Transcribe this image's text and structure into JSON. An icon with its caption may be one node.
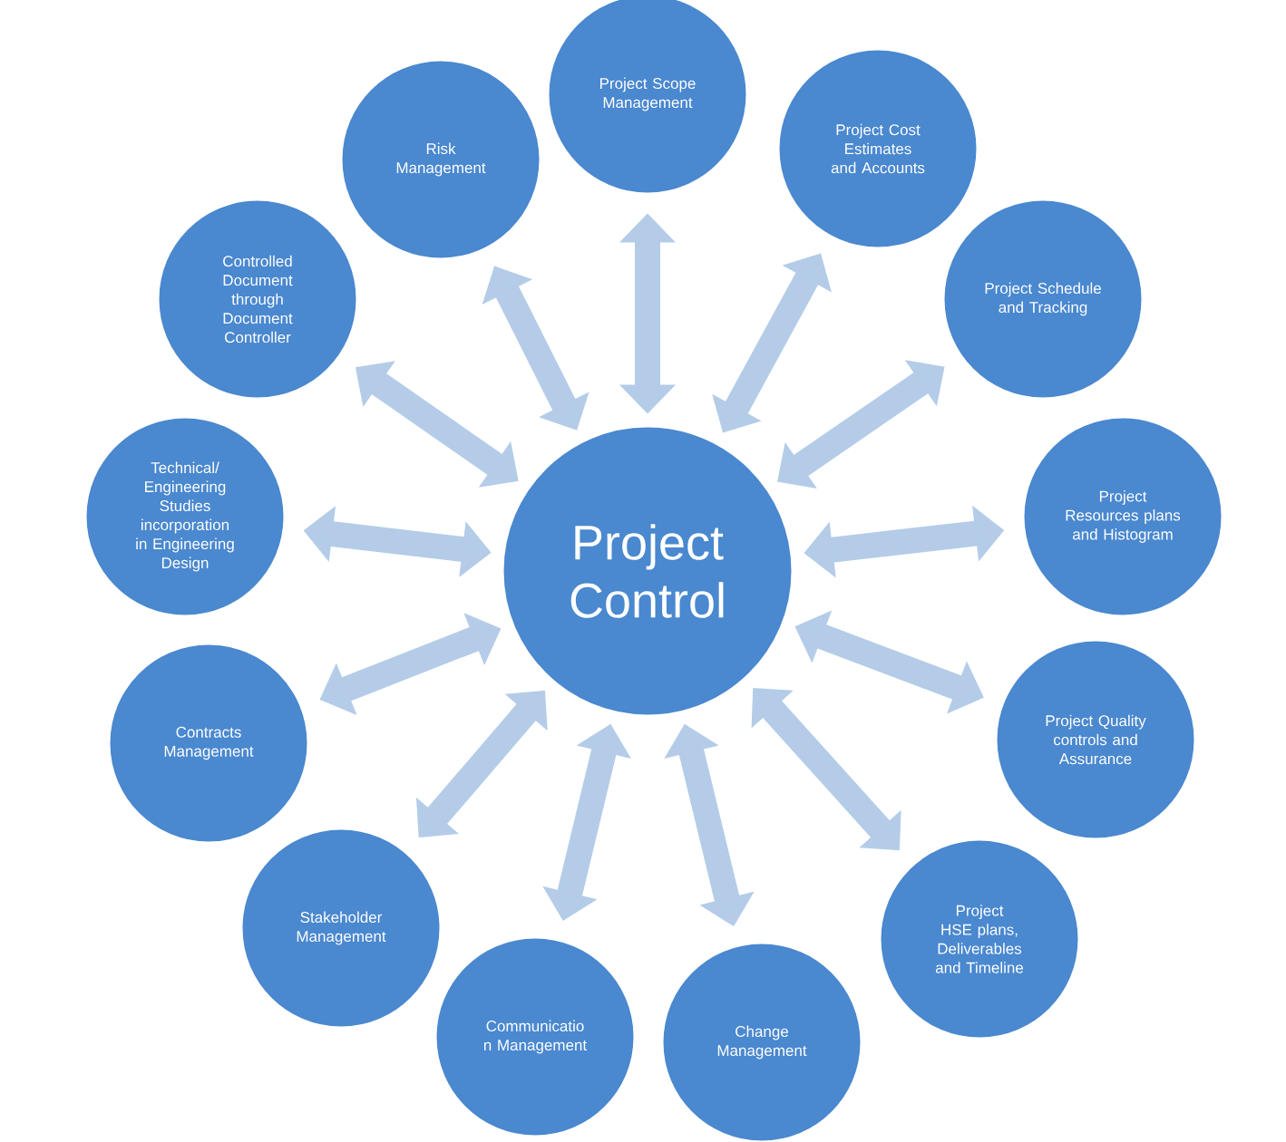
{
  "diagram": {
    "nodes": [
      {
        "text": [
          "Project Control"
        ]
      },
      {
        "text": [
          "Project Scope Management"
        ]
      },
      {
        "text": [
          "Project Cost Estimates and Accounts"
        ]
      },
      {
        "text": [
          "Project Schedule and Tracking"
        ]
      },
      {
        "text": [
          "Project Resources plans and Histogram"
        ]
      },
      {
        "text": [
          "Project Quality controls and Assurance"
        ]
      },
      {
        "text": [
          "Project HSE plans, Deliverables and Timeline"
        ]
      },
      {
        "text": [
          "Change Management"
        ]
      },
      {
        "text": [
          "Communicatio n Management"
        ]
      },
      {
        "text": [
          "Stakeholder Management"
        ]
      },
      {
        "text": [
          "Contracts Management"
        ]
      },
      {
        "text": [
          "Technical/ Engineering Studies incorporation in Engineering Design"
        ]
      },
      {
        "text": [
          "Controlled Document through Document Controller"
        ]
      },
      {
        "text": [
          "Risk Management"
        ]
      }
    ],
    "edges": [
      {
        "from": 0,
        "to": 1,
        "arrow": "both"
      },
      {
        "from": 0,
        "to": 2,
        "arrow": "both"
      },
      {
        "from": 0,
        "to": 3,
        "arrow": "both"
      },
      {
        "from": 0,
        "to": 4,
        "arrow": "both"
      },
      {
        "from": 0,
        "to": 5,
        "arrow": "both"
      },
      {
        "from": 0,
        "to": 6,
        "arrow": "both"
      },
      {
        "from": 0,
        "to": 7,
        "arrow": "both"
      },
      {
        "from": 0,
        "to": 8,
        "arrow": "both"
      },
      {
        "from": 0,
        "to": 9,
        "arrow": "both"
      },
      {
        "from": 0,
        "to": 10,
        "arrow": "both"
      },
      {
        "from": 0,
        "to": 11,
        "arrow": "both"
      },
      {
        "from": 0,
        "to": 12,
        "arrow": "both"
      },
      {
        "from": 0,
        "to": 13,
        "arrow": "both"
      }
    ]
  }
}
